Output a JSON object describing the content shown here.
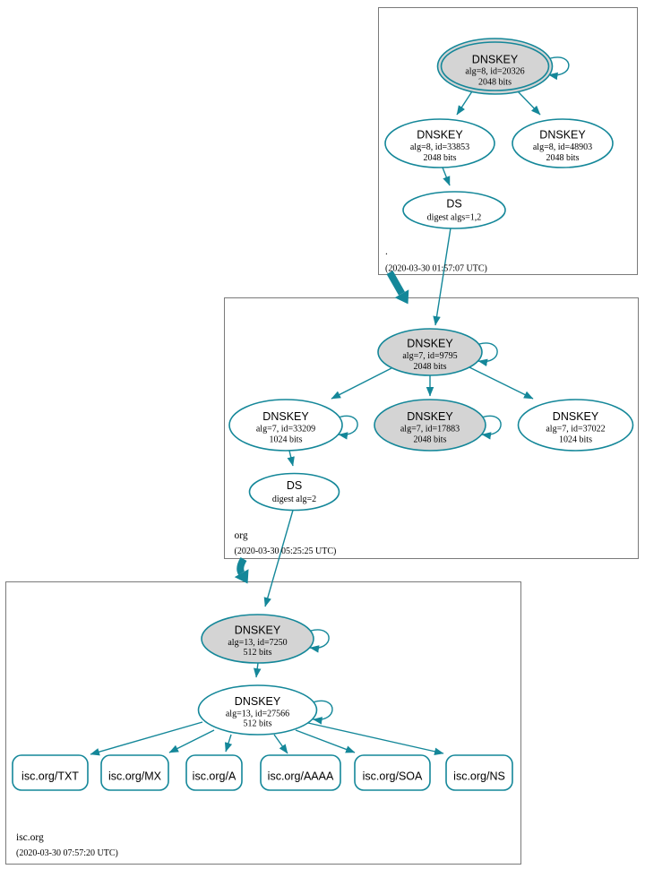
{
  "colors": {
    "edge_teal": "#148799",
    "ksk_fill": "#d4d4d4",
    "node_fill": "#ffffff",
    "box_border": "#7a7a7a",
    "text": "#000000"
  },
  "zones": {
    "root": {
      "label": ".",
      "timestamp": "(2020-03-30 01:57:07 UTC)",
      "nodes": {
        "ksk": {
          "title": "DNSKEY",
          "detail": "alg=8, id=20326",
          "bits": "2048 bits"
        },
        "zsk1": {
          "title": "DNSKEY",
          "detail": "alg=8, id=33853",
          "bits": "2048 bits"
        },
        "zsk2": {
          "title": "DNSKEY",
          "detail": "alg=8, id=48903",
          "bits": "2048 bits"
        },
        "ds": {
          "title": "DS",
          "detail": "digest algs=1,2"
        }
      }
    },
    "org": {
      "label": "org",
      "timestamp": "(2020-03-30 05:25:25 UTC)",
      "nodes": {
        "ksk": {
          "title": "DNSKEY",
          "detail": "alg=7, id=9795",
          "bits": "2048 bits"
        },
        "zsk1": {
          "title": "DNSKEY",
          "detail": "alg=7, id=33209",
          "bits": "1024 bits"
        },
        "ksk2": {
          "title": "DNSKEY",
          "detail": "alg=7, id=17883",
          "bits": "2048 bits"
        },
        "zsk2": {
          "title": "DNSKEY",
          "detail": "alg=7, id=37022",
          "bits": "1024 bits"
        },
        "ds": {
          "title": "DS",
          "detail": "digest alg=2"
        }
      }
    },
    "isc": {
      "label": "isc.org",
      "timestamp": "(2020-03-30 07:57:20 UTC)",
      "nodes": {
        "ksk": {
          "title": "DNSKEY",
          "detail": "alg=13, id=7250",
          "bits": "512 bits"
        },
        "zsk": {
          "title": "DNSKEY",
          "detail": "alg=13, id=27566",
          "bits": "512 bits"
        }
      },
      "rrsets": [
        "isc.org/TXT",
        "isc.org/MX",
        "isc.org/A",
        "isc.org/AAAA",
        "isc.org/SOA",
        "isc.org/NS"
      ]
    }
  }
}
